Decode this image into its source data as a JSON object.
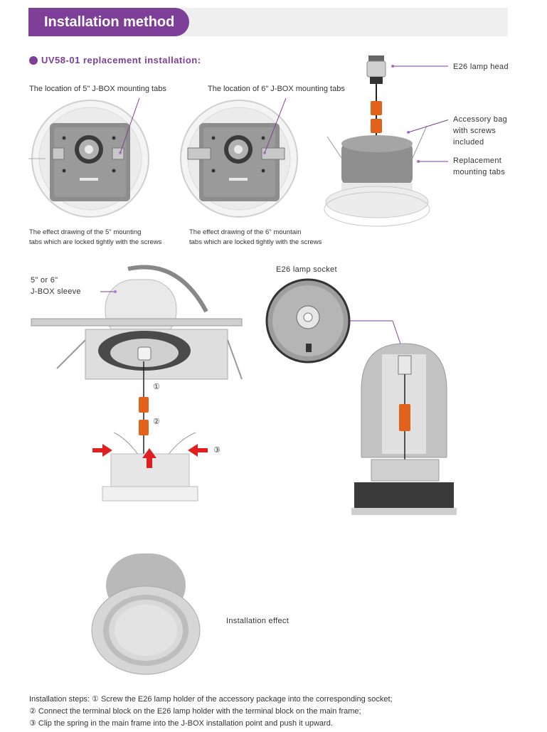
{
  "header": {
    "title": "Installation method"
  },
  "section": {
    "title": "UV58-01 replacement installation:"
  },
  "top": {
    "label_5in": "The location of 5\" J-BOX mounting tabs",
    "label_6in": "The location of 6\" J-BOX mounting tabs",
    "caption_5in_line1": "The effect drawing of the 5\" mounting",
    "caption_5in_line2": "tabs which are locked tightly with the screws",
    "caption_6in_line1": "The effect drawing of the 6\" mountain",
    "caption_6in_line2": "tabs which are locked tightly with the screws",
    "callout_lamp_head": "E26 lamp head",
    "callout_accessory_1": "Accessory bag",
    "callout_accessory_2": "with screws",
    "callout_accessory_3": "included",
    "callout_tabs_1": "Replacement",
    "callout_tabs_2": "mounting tabs"
  },
  "middle": {
    "sleeve_1": "5\" or 6\"",
    "sleeve_2": "J-BOX sleeve",
    "socket": "E26 lamp socket",
    "step1": "①",
    "step2": "②",
    "step3": "③"
  },
  "bottom": {
    "effect": "Installation effect"
  },
  "steps": {
    "line1": "Installation steps: ① Screw the E26 lamp holder of the accessory package into the corresponding socket;",
    "line2": "② Connect the terminal block on the E26 lamp holder with the terminal block on the main frame;",
    "line3": "③ Clip the  spring in the main frame into the J-BOX installation point and push it upward."
  },
  "colors": {
    "accent": "#7d3f98",
    "header_bg": "#efefef",
    "connector": "#e2621b",
    "arrow": "#e02020"
  }
}
